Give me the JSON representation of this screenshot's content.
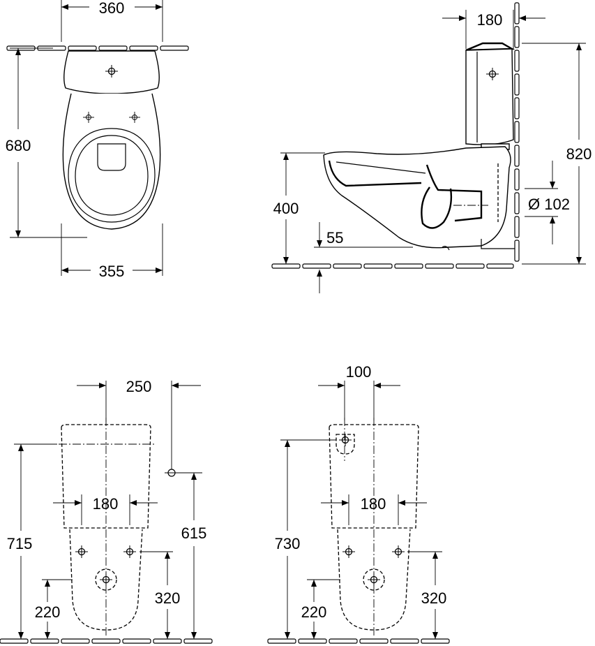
{
  "diagram": {
    "top_view": {
      "width_top": "360",
      "depth": "680",
      "width_bottom": "355"
    },
    "side_view": {
      "tank_depth": "180",
      "total_height": "820",
      "seat_height": "400",
      "outlet_diameter": "Ø 102",
      "outlet_height": "55"
    },
    "floor_plan_left": {
      "offset_250": "250",
      "hole_spacing_180": "180",
      "height_715": "715",
      "height_615": "615",
      "fix_320": "320",
      "fix_220": "220"
    },
    "floor_plan_right": {
      "offset_100": "100",
      "hole_spacing_180": "180",
      "height_730": "730",
      "fix_320": "320",
      "fix_220": "220"
    }
  }
}
